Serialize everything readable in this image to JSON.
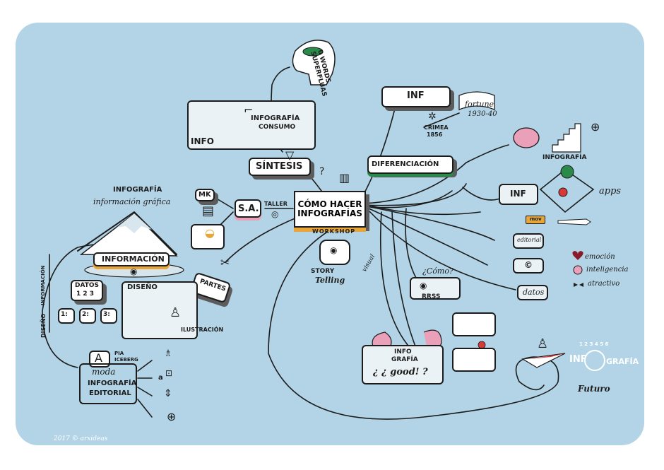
{
  "center": {
    "title_line1": "CÓMO HACER",
    "title_line2": "INFOGRAFÍAS",
    "subtitle": "WORKSHOP"
  },
  "top": {
    "words_line1": "0 WORDS",
    "words_line2": "SUPERFLUAS",
    "info_label": "INFO",
    "infografia_consumo_1": "INFOGRAFÍA",
    "infografia_consumo_2": "CONSUMO",
    "sintesis": "SÍNTESIS"
  },
  "left": {
    "taller": "TALLER",
    "sa": "S.A.",
    "mk": "MK",
    "partes": "PARTES",
    "infografia": "INFOGRAFÍA",
    "informacion_grafica": "información gráfica",
    "informacion": "INFORMACIÓN",
    "datos": "DATOS",
    "datos_nums": "1 2 3",
    "box1": "1:",
    "box2": "2:",
    "box3": "3:",
    "diseno": "DISEÑO",
    "ilustracion": "ILUSTRACIÓN",
    "diseno_vertical": "DISEÑO",
    "informacion_vertical": "INFORMACIÓN",
    "pia": "PIA",
    "iceberg": "ICEBERG",
    "moda": "moda",
    "infografia_editorial_1": "INFOGRAFÍA",
    "infografia_editorial_2": "EDITORIAL",
    "arrow_a": "a",
    "credit": "2017 © arxideas"
  },
  "mid": {
    "story": "STORY",
    "telling": "Telling",
    "visual": "visual",
    "como": "¿Cómo?",
    "rrss": "RRSS"
  },
  "right": {
    "inf": "INF",
    "fortune": "fortune",
    "fortune_years": "1930-40",
    "crimea": "CRIMEA",
    "crimea_year": "1856",
    "diferenciacion": "DIFERENCIACIÓN",
    "infografia": "INFOGRAFÍA",
    "inf_car": "INF",
    "apps": "apps",
    "mov": "mov",
    "editorial": "editorial",
    "copyright_c": "©",
    "datos": "datos",
    "emocion": "emoción",
    "inteligencia": "inteligencia",
    "atractivo": "atractivo"
  },
  "bottom": {
    "info_grafia_1": "INFO",
    "info_grafia_2": "GRAFÍA",
    "good": "¿ ¿ good! ?",
    "futuro": "Futuro",
    "inf_grafia_left": "INF",
    "inf_grafia_right": "GRAFÍA",
    "dial_numbers": "1 2 3 4 5 6"
  },
  "colors": {
    "background": "#b2d4e6",
    "accent_orange": "#e8a63a",
    "accent_pink": "#e9a0b8",
    "accent_green": "#2a8a4a",
    "ink": "#1c1c1c"
  }
}
